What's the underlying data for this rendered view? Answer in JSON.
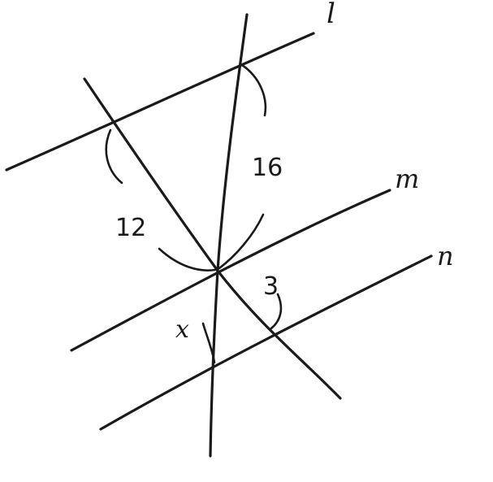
{
  "diagram": {
    "line_labels": {
      "l": "l",
      "m": "m",
      "n": "n"
    },
    "angle_labels": {
      "a12": "12",
      "a16": "16",
      "a3": "3",
      "ax": "x"
    }
  }
}
